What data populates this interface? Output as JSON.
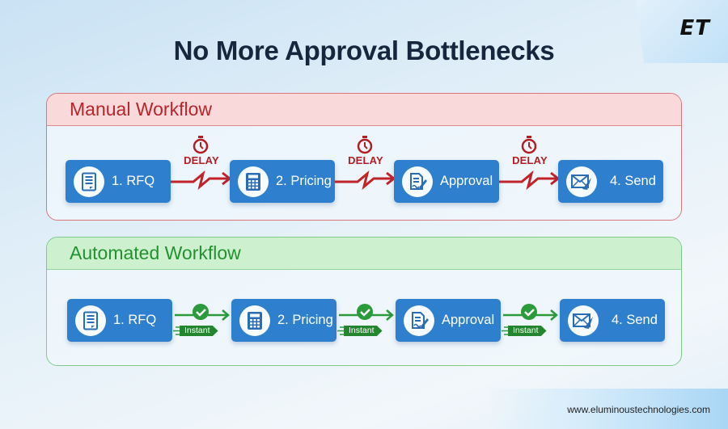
{
  "header": {
    "title": "No More Approval Bottlenecks",
    "logo_text": "ET"
  },
  "manual": {
    "heading": "Manual Workflow",
    "steps": [
      {
        "label": "1. RFQ",
        "icon": "document-list-icon"
      },
      {
        "label": "2. Pricing",
        "icon": "calculator-icon"
      },
      {
        "label": "Approval",
        "icon": "signed-document-icon"
      },
      {
        "label": "4. Send",
        "icon": "envelope-send-icon"
      }
    ],
    "connectors": [
      {
        "label": "DELAY",
        "icon": "stopwatch-icon"
      },
      {
        "label": "DELAY",
        "icon": "stopwatch-icon"
      },
      {
        "label": "DELAY",
        "icon": "stopwatch-icon"
      }
    ],
    "colors": {
      "accent": "#b6262c",
      "header_bg": "#f9d9d9",
      "border": "#d9777b"
    }
  },
  "automated": {
    "heading": "Automated Workflow",
    "steps": [
      {
        "label": "1. RFQ",
        "icon": "document-list-icon"
      },
      {
        "label": "2. Pricing",
        "icon": "calculator-icon"
      },
      {
        "label": "Approval",
        "icon": "signed-document-icon"
      },
      {
        "label": "4. Send",
        "icon": "envelope-send-icon"
      }
    ],
    "connectors": [
      {
        "label": "Instant",
        "icon": "checkmark-circle-icon"
      },
      {
        "label": "Instant",
        "icon": "checkmark-circle-icon"
      },
      {
        "label": "Instant",
        "icon": "checkmark-circle-icon"
      }
    ],
    "colors": {
      "accent": "#23912f",
      "header_bg": "#cdf0cf",
      "border": "#7fc98b"
    }
  },
  "step_color": "#2f7fcf",
  "footer": {
    "url": "www.eluminoustechnologies.com"
  }
}
